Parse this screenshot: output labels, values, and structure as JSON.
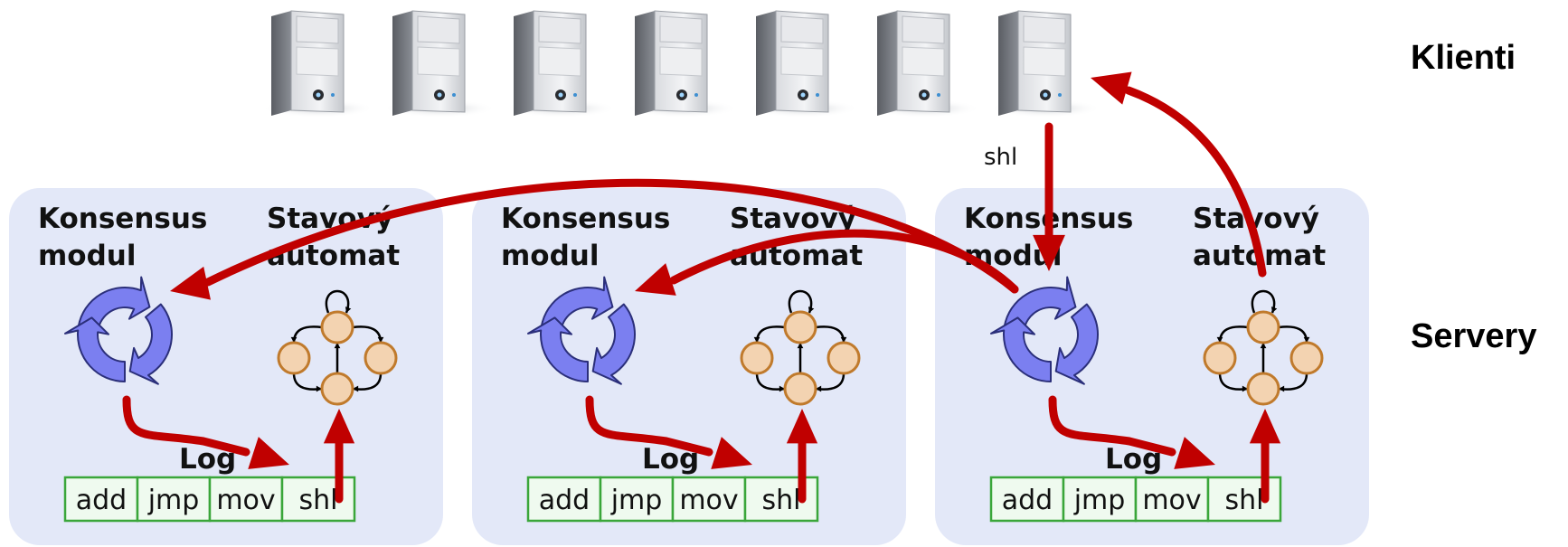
{
  "labels": {
    "clients": "Klienti",
    "servers": "Servery",
    "request": "shl"
  },
  "server": {
    "consensus_line1": "Konsensus",
    "consensus_line2": "modul",
    "state_line1": "Stavový",
    "state_line2": "automat",
    "log_title": "Log",
    "log_cells": [
      "add",
      "jmp",
      "mov",
      "shl"
    ]
  },
  "colors": {
    "server_bg": "#e3e8f8",
    "arrow": "#c00000",
    "cycle_fill": "#7b7ff0",
    "state_node_fill": "#f3d3b1",
    "state_node_stroke": "#c07a2c",
    "log_border": "#3aa63a",
    "log_fill": "#effaef"
  },
  "icons": [
    "computer-tower-icon",
    "consensus-cycle-icon",
    "state-machine-icon"
  ]
}
